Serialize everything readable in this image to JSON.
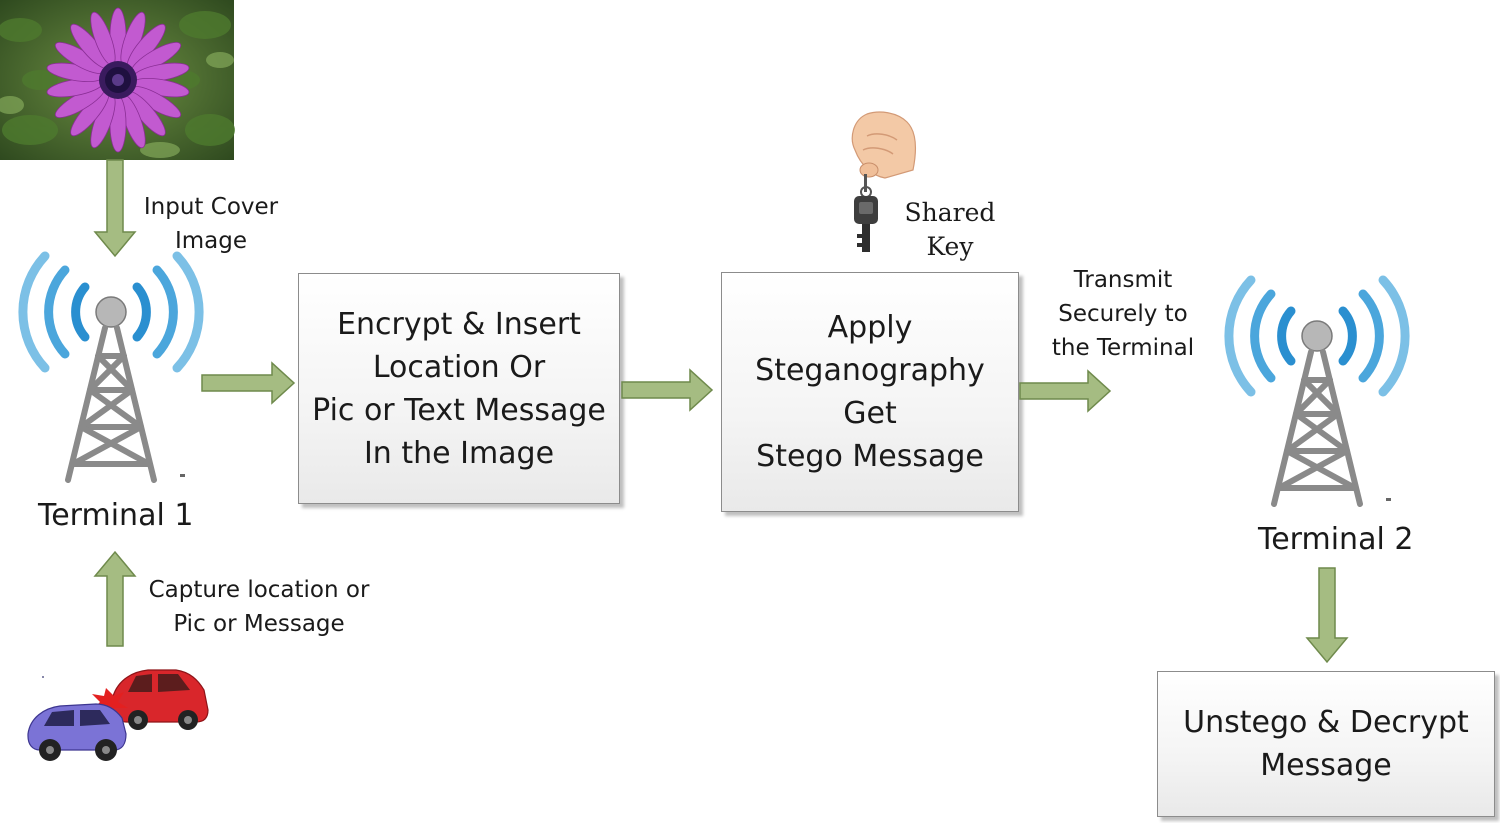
{
  "colors": {
    "arrow_fill": "#a5bc82",
    "arrow_stroke": "#6f8a4c",
    "box_border": "#8c8c8c",
    "signal_blue": "#2a8fd0",
    "tower_gray": "#8a8a8a"
  },
  "images": {
    "cover_image": "flower-image",
    "source_image": "car-accident-image",
    "key_image": "hand-holding-key-image",
    "terminal_icon": "radio-tower-icon"
  },
  "captions": {
    "input_cover": [
      "Input Cover",
      "Image"
    ],
    "capture": [
      "Capture location or",
      "Pic or Message"
    ],
    "shared_key": [
      "Shared",
      "Key"
    ],
    "transmit": [
      "Transmit",
      "Securely to",
      "the Terminal"
    ]
  },
  "terminals": {
    "t1": "Terminal 1",
    "t2": "Terminal 2"
  },
  "boxes": {
    "encrypt": [
      "Encrypt & Insert",
      "Location Or",
      "Pic or Text Message",
      "In the Image"
    ],
    "stego": [
      "Apply",
      "Steganography",
      "Get",
      "Stego Message"
    ],
    "unstego": [
      "Unstego & Decrypt",
      "Message"
    ]
  }
}
